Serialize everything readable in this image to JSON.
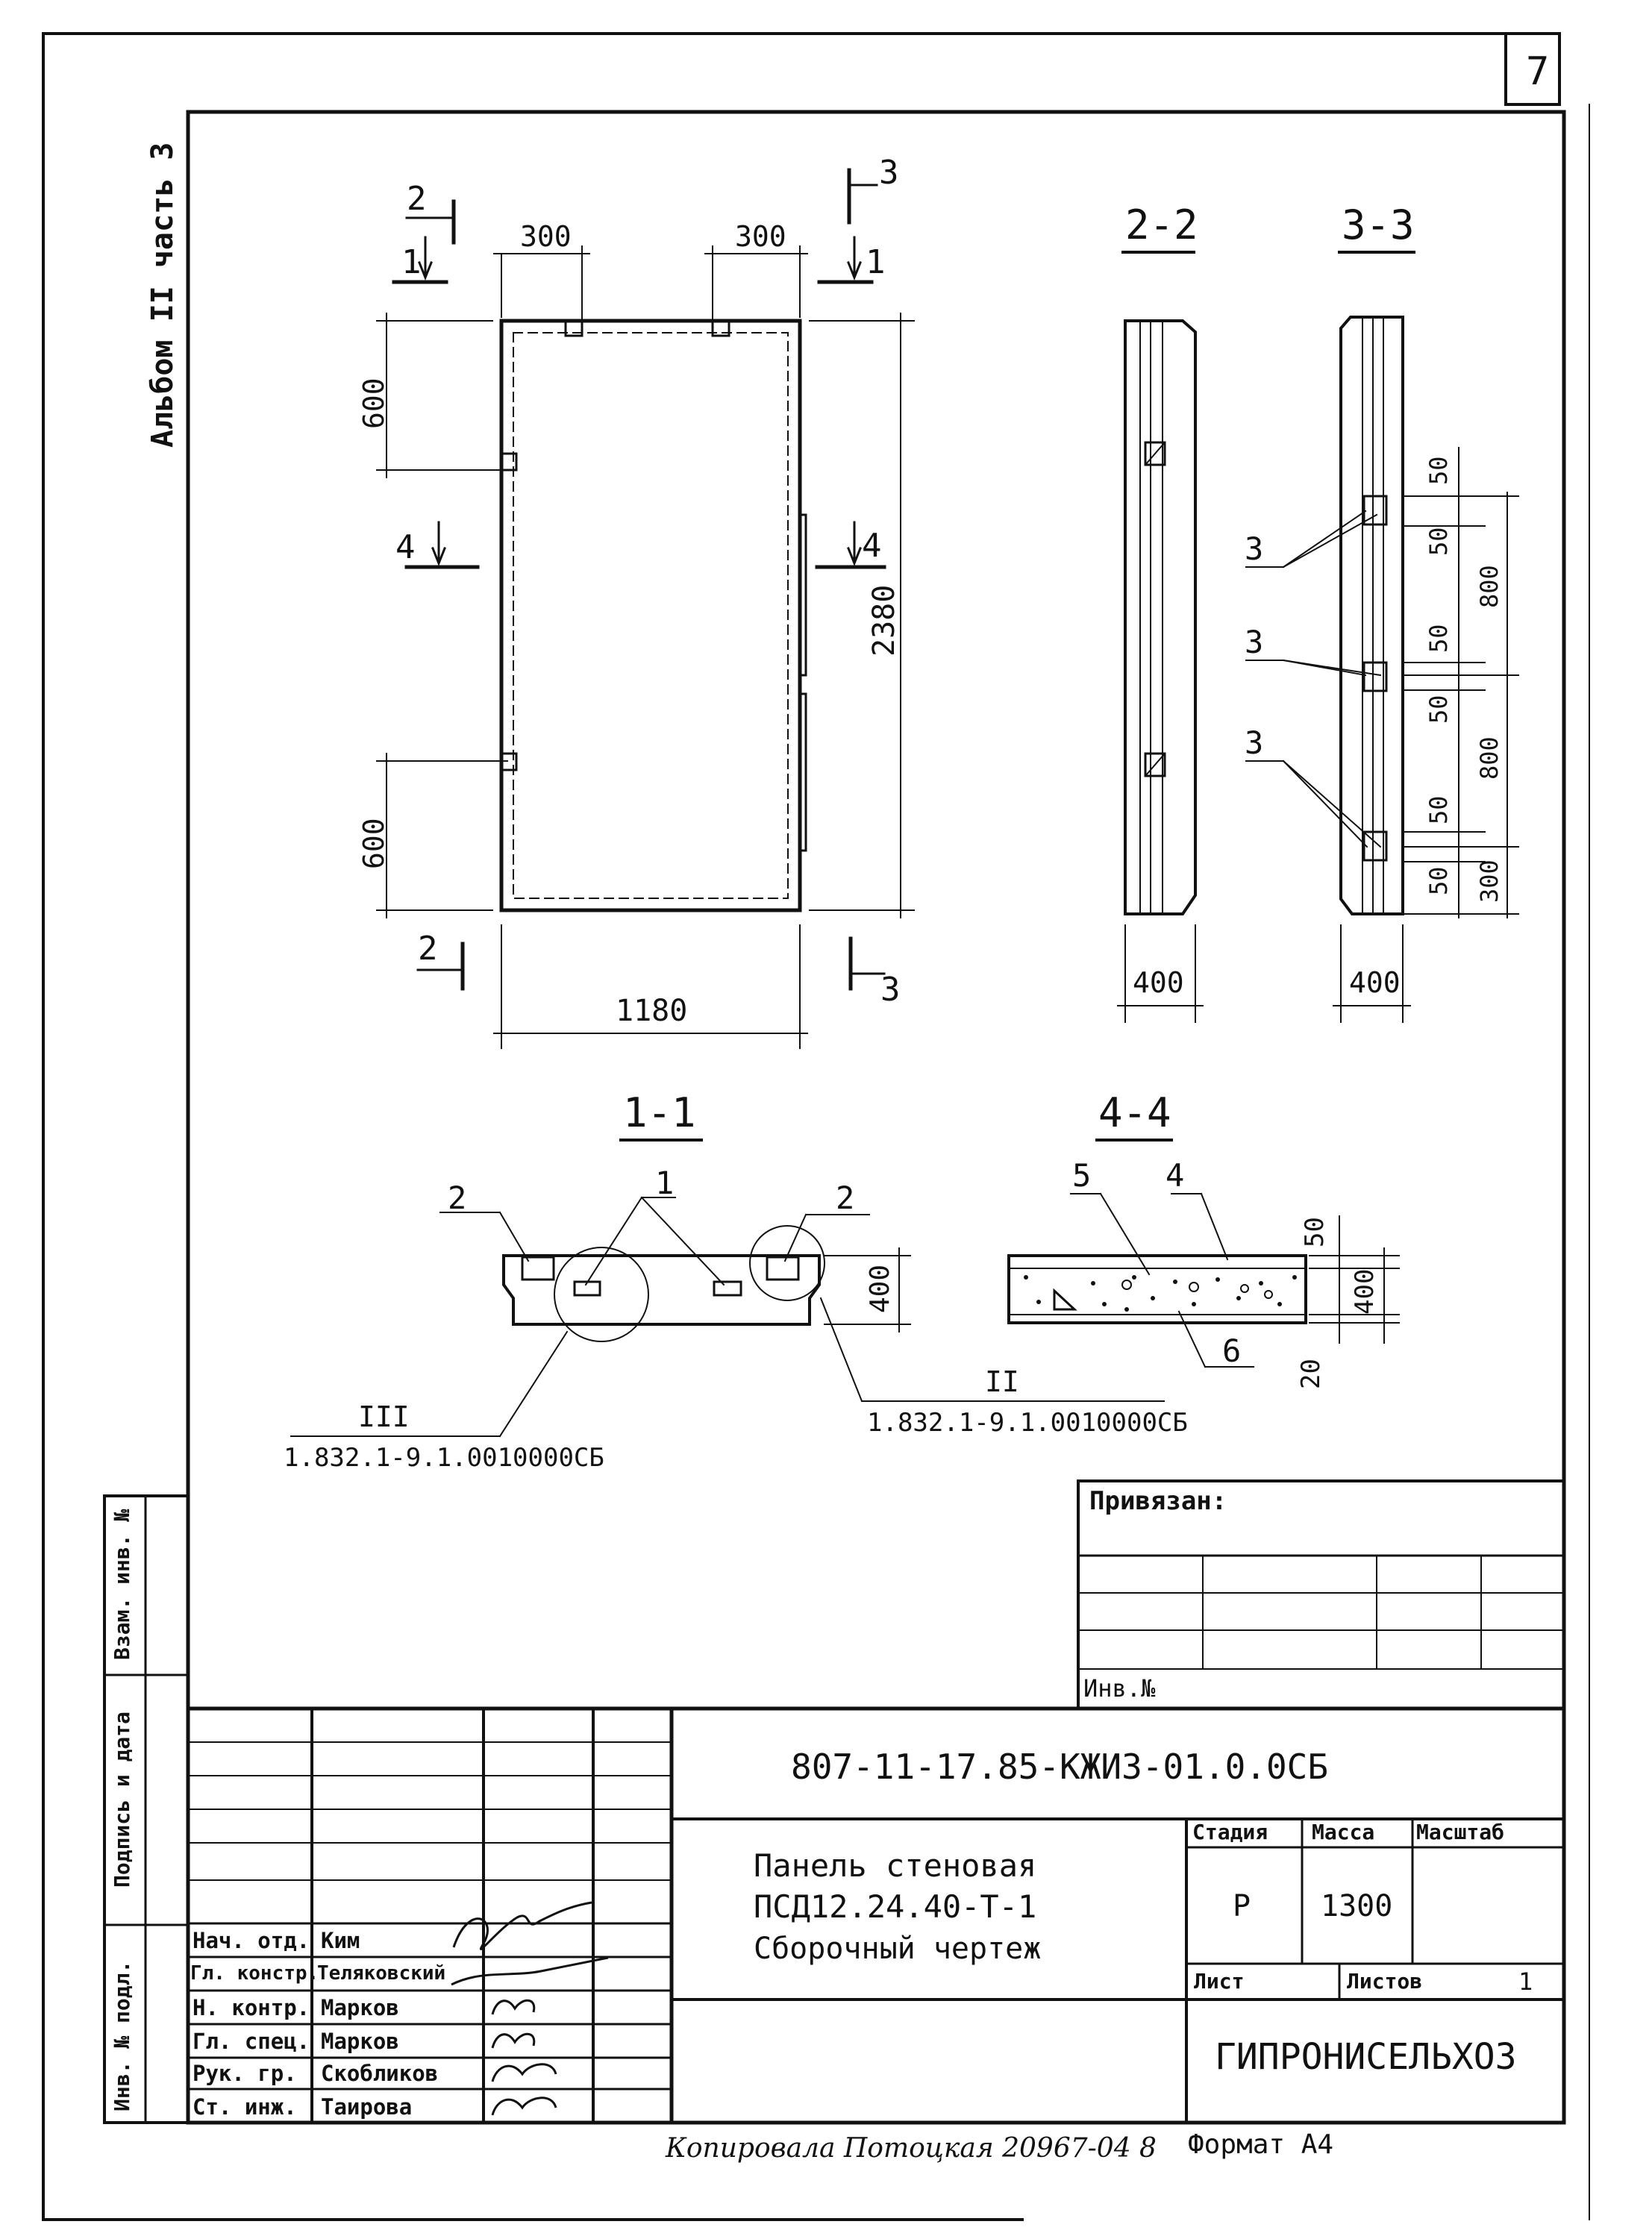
{
  "page_number": "7",
  "album_label": "Альбом II часть 3",
  "sections": {
    "s22": "2-2",
    "s33": "3-3",
    "s11": "1-1",
    "s44": "4-4"
  },
  "elevation": {
    "dim_width": "1180",
    "dim_height": "2380",
    "dim_top_left": "300",
    "dim_top_right": "300",
    "dim_side_top": "600",
    "dim_side_bottom": "600",
    "cut_2_top": "2",
    "cut_1_left": "1",
    "cut_3_top": "3",
    "cut_1_right": "1",
    "cut_4_left": "4",
    "cut_4_right": "4",
    "cut_2_bottom": "2",
    "cut_3_bottom": "3"
  },
  "section22": {
    "dim": "400"
  },
  "section33": {
    "dim": "400",
    "pos_a": "3",
    "pos_b": "3",
    "pos_c": "3",
    "d50_1": "50",
    "d50_2": "50",
    "d50_3": "50",
    "d50_4": "50",
    "d50_5": "50",
    "d50_6": "50",
    "d800_1": "800",
    "d800_2": "800",
    "d300": "300"
  },
  "section11": {
    "pos_1": "1",
    "pos_2_left": "2",
    "pos_2_right": "2",
    "dim": "400",
    "node_left_label": "III",
    "node_left_ref": "1.832.1-9.1.0010000СБ",
    "node_right_label": "II",
    "node_right_ref": "1.832.1-9.1.0010000СБ"
  },
  "section44": {
    "pos_4": "4",
    "pos_5": "5",
    "pos_6": "6",
    "d50": "50",
    "d400": "400",
    "d20": "20"
  },
  "stamp": {
    "privyazan": "Привязан:",
    "inv_no": "Инв.№",
    "doc_code": "807-11-17.85-КЖИ3-01.0.0СБ",
    "title_line1": "Панель стеновая",
    "title_line2": "ПСД12.24.40-Т-1",
    "title_line3": "Сборочный чертеж",
    "stage_header": "Стадия",
    "mass_header": "Масса",
    "scale_header": "Масштаб",
    "stage": "Р",
    "mass": "1300",
    "scale": "",
    "sheet_label": "Лист",
    "sheets_label": "Листов",
    "sheets_value": "1",
    "organization": "ГИПРОНИСЕЛЬХОЗ",
    "roles": [
      {
        "role": "Нач. отд.",
        "name": "Ким"
      },
      {
        "role": "Гл. констр.",
        "name": "Теляковский"
      },
      {
        "role": "Н. контр.",
        "name": "Марков"
      },
      {
        "role": "Гл. спец.",
        "name": "Марков"
      },
      {
        "role": "Рук. гр.",
        "name": "Скобликов"
      },
      {
        "role": "Ст. инж.",
        "name": "Таирова"
      }
    ]
  },
  "side_stamp": {
    "vzam": "Взам. инв. №",
    "podpis": "Подпись и дата",
    "inv_podl": "Инв. № подл."
  },
  "footer": {
    "copied": "Копировала Потоцкая 20967-04 8",
    "format": "Формат А4"
  }
}
